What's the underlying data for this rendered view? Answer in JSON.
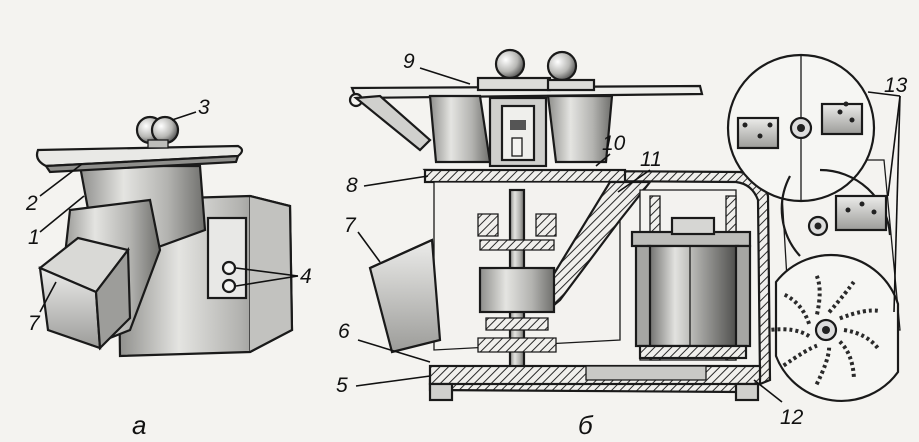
{
  "figure": {
    "captions": {
      "a": "а",
      "b": "б"
    },
    "labels": {
      "n1": "1",
      "n2": "2",
      "n3": "3",
      "n4": "4",
      "n5": "5",
      "n6": "6",
      "n7a": "7",
      "n7b": "7",
      "n8": "8",
      "n9": "9",
      "n10": "10",
      "n11": "11",
      "n12": "12",
      "n13": "13"
    },
    "colors": {
      "metal_light": "#d6d6d3",
      "metal_mid": "#a9a9a6",
      "metal_dark": "#4a4a48",
      "hatch": "#2a2a2a",
      "paper": "#f4f3f0"
    }
  }
}
